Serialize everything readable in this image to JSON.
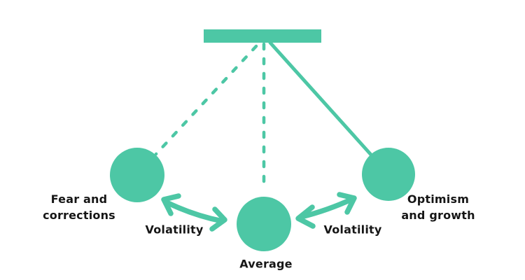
{
  "colors": {
    "accent": "#4DC7A5",
    "text": "#161616",
    "background": "#FFFFFF"
  },
  "diagram": {
    "type": "pendulum-swing",
    "anchor": {
      "shape": "horizontal-bar"
    },
    "positions": [
      {
        "id": "fear",
        "label_line1": "Fear and",
        "label_line2": "corrections",
        "rod_style": "dashed",
        "side": "left"
      },
      {
        "id": "average",
        "label_line1": "Average",
        "rod_style": "dashed",
        "side": "center"
      },
      {
        "id": "optimism",
        "label_line1": "Optimism",
        "label_line2": "and growth",
        "rod_style": "solid",
        "side": "right"
      }
    ],
    "arrows": [
      {
        "id": "volatility-left",
        "label": "Volatility",
        "between": [
          "fear",
          "average"
        ]
      },
      {
        "id": "volatility-right",
        "label": "Volatility",
        "between": [
          "average",
          "optimism"
        ]
      }
    ]
  }
}
